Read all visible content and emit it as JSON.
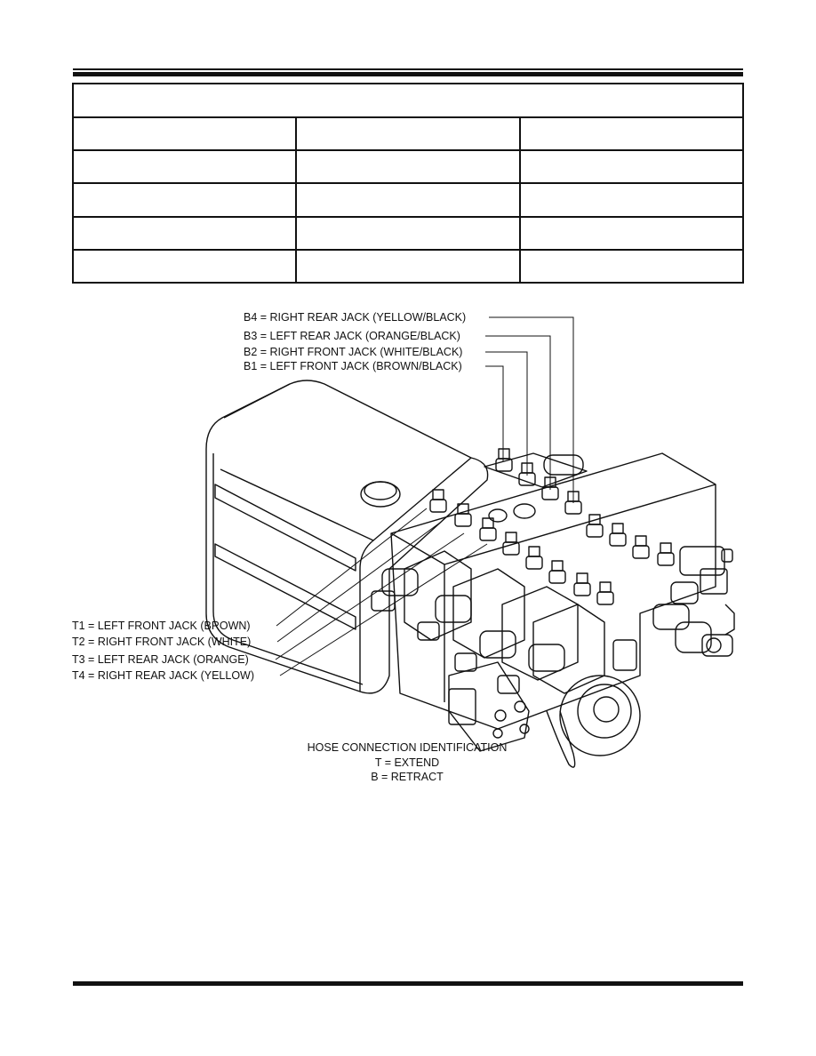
{
  "table": {
    "header": "",
    "columns": 3,
    "rows": [
      [
        "",
        "",
        ""
      ],
      [
        "",
        "",
        ""
      ],
      [
        "",
        "",
        ""
      ],
      [
        "",
        "",
        ""
      ],
      [
        "",
        "",
        ""
      ]
    ]
  },
  "diagram": {
    "retract_labels": {
      "b4": "B4 = RIGHT REAR JACK (YELLOW/BLACK)",
      "b3": "B3 = LEFT REAR JACK (ORANGE/BLACK)",
      "b2": "B2 = RIGHT FRONT JACK (WHITE/BLACK)",
      "b1": "B1 = LEFT FRONT JACK (BROWN/BLACK)"
    },
    "extend_labels": {
      "t1": "T1 = LEFT FRONT JACK (BROWN)",
      "t2": "T2 = RIGHT FRONT JACK (WHITE)",
      "t3": "T3 = LEFT REAR JACK (ORANGE)",
      "t4": "T4 = RIGHT REAR JACK (YELLOW)"
    },
    "legend": {
      "title": "HOSE CONNECTION IDENTIFICATION",
      "t_line": "T = EXTEND",
      "b_line": "B =  RETRACT"
    }
  }
}
